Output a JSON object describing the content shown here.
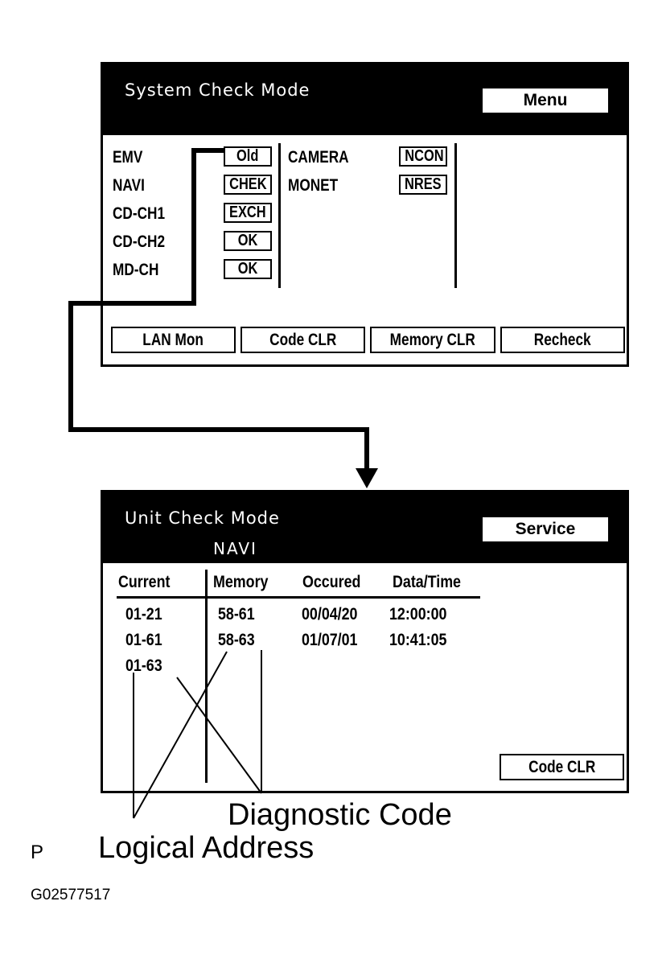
{
  "system_check": {
    "title": "System Check Mode",
    "menu_label": "Menu",
    "units_left": [
      {
        "name": "EMV",
        "status": "Old"
      },
      {
        "name": "NAVI",
        "status": "CHEK"
      },
      {
        "name": "CD-CH1",
        "status": "EXCH"
      },
      {
        "name": "CD-CH2",
        "status": "OK"
      },
      {
        "name": "MD-CH",
        "status": "OK"
      }
    ],
    "units_right": [
      {
        "name": "CAMERA",
        "status": "NCON"
      },
      {
        "name": "MONET",
        "status": "NRES"
      }
    ],
    "buttons": [
      "LAN Mon",
      "Code CLR",
      "Memory CLR",
      "Recheck"
    ]
  },
  "unit_check": {
    "title": "Unit Check Mode",
    "unit": "NAVI",
    "service_label": "Service",
    "headers": [
      "Current",
      "Memory",
      "Occured",
      "Data/Time"
    ],
    "current": [
      "01-21",
      "01-61",
      "01-63"
    ],
    "memory": [
      {
        "code": "58-61",
        "occured": "00/04/20",
        "time": "12:00:00"
      },
      {
        "code": "58-63",
        "occured": "01/07/01",
        "time": "10:41:05"
      }
    ],
    "code_clr_label": "Code CLR"
  },
  "callouts": {
    "diagnostic_code": "Diagnostic Code",
    "logical_address": "Logical Address",
    "marker": "P"
  },
  "figure_id": "G02577517"
}
